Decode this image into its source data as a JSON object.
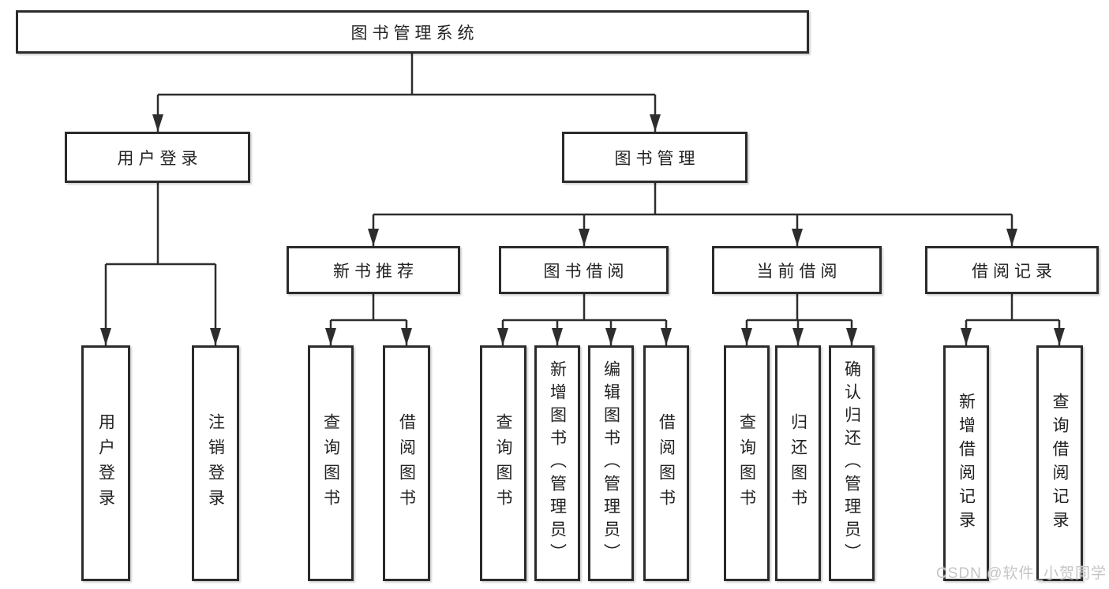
{
  "tree": {
    "label": "图书管理系统",
    "children": [
      {
        "label": "用户登录",
        "children": [
          {
            "label": "用户登录"
          },
          {
            "label": "注销登录"
          }
        ]
      },
      {
        "label": "图书管理",
        "children": [
          {
            "label": "新书推荐",
            "children": [
              {
                "label": "查询图书"
              },
              {
                "label": "借阅图书"
              }
            ]
          },
          {
            "label": "图书借阅",
            "children": [
              {
                "label": "查询图书"
              },
              {
                "label": "新增图书（管理员）"
              },
              {
                "label": "编辑图书（管理员）"
              },
              {
                "label": "借阅图书"
              }
            ]
          },
          {
            "label": "当前借阅",
            "children": [
              {
                "label": "查询图书"
              },
              {
                "label": "归还图书"
              },
              {
                "label": "确认归还（管理员）"
              }
            ]
          },
          {
            "label": "借阅记录",
            "children": [
              {
                "label": "新增借阅记录"
              },
              {
                "label": "查询借阅记录"
              }
            ]
          }
        ]
      }
    ]
  },
  "watermark": {
    "text": "CSDN @软件_小贺同学"
  },
  "colors": {
    "line": "#2d2d2d",
    "box_border": "#2b2b2b",
    "box_background": "#ffffff",
    "text": "#222222",
    "watermark": "#c5c5c5"
  }
}
